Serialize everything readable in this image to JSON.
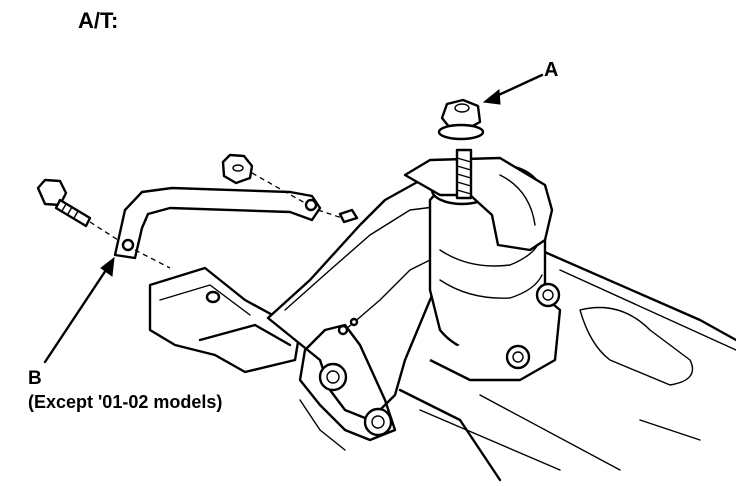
{
  "title": "A/T:",
  "callouts": {
    "a": {
      "label": "A"
    },
    "b": {
      "label": "B",
      "note": "(Except '01-02 models)"
    }
  },
  "colors": {
    "ink": "#000000",
    "paper": "#ffffff"
  }
}
